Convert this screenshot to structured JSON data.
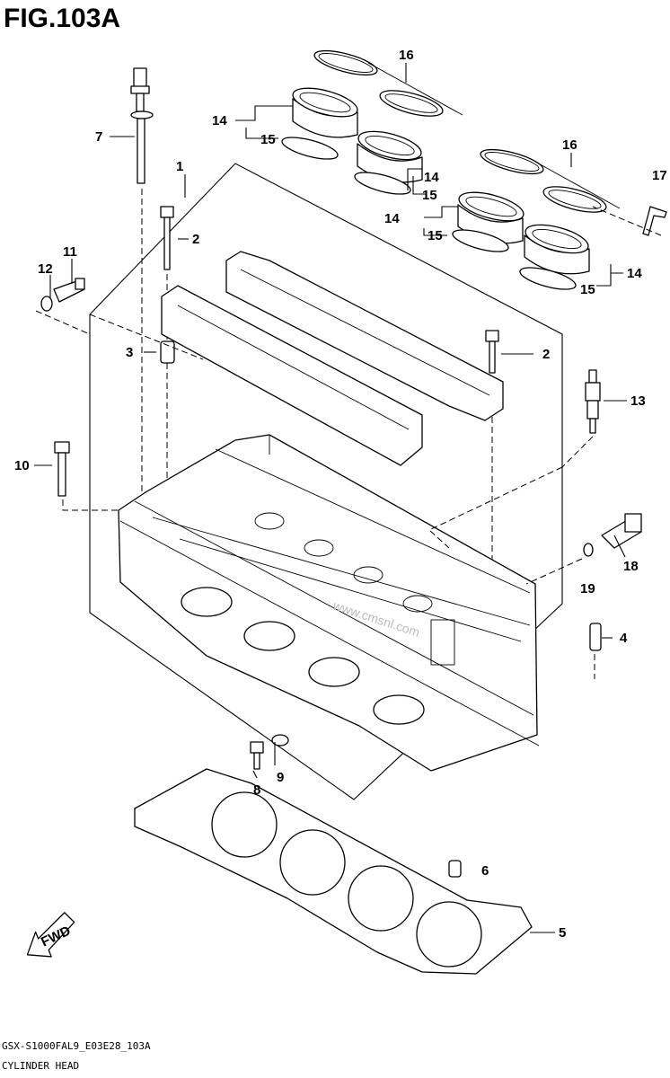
{
  "figure": {
    "title": "FIG.103A",
    "model_code": "GSX-S1000FAL9_E03E28_103A",
    "name": "CYLINDER HEAD",
    "fwd_label": "FWD",
    "watermark": "www.cmsnl.com"
  },
  "callouts": {
    "c1": "1",
    "c2a": "2",
    "c2b": "2",
    "c3": "3",
    "c4": "4",
    "c5": "5",
    "c6": "6",
    "c7": "7",
    "c8": "8",
    "c9": "9",
    "c10": "10",
    "c11": "11",
    "c12": "12",
    "c13": "13",
    "c14a": "14",
    "c14b": "14",
    "c14c": "14",
    "c14d": "14",
    "c15a": "15",
    "c15b": "15",
    "c15c": "15",
    "c15d": "15",
    "c16a": "16",
    "c16b": "16",
    "c17": "17",
    "c18": "18",
    "c19": "19"
  }
}
